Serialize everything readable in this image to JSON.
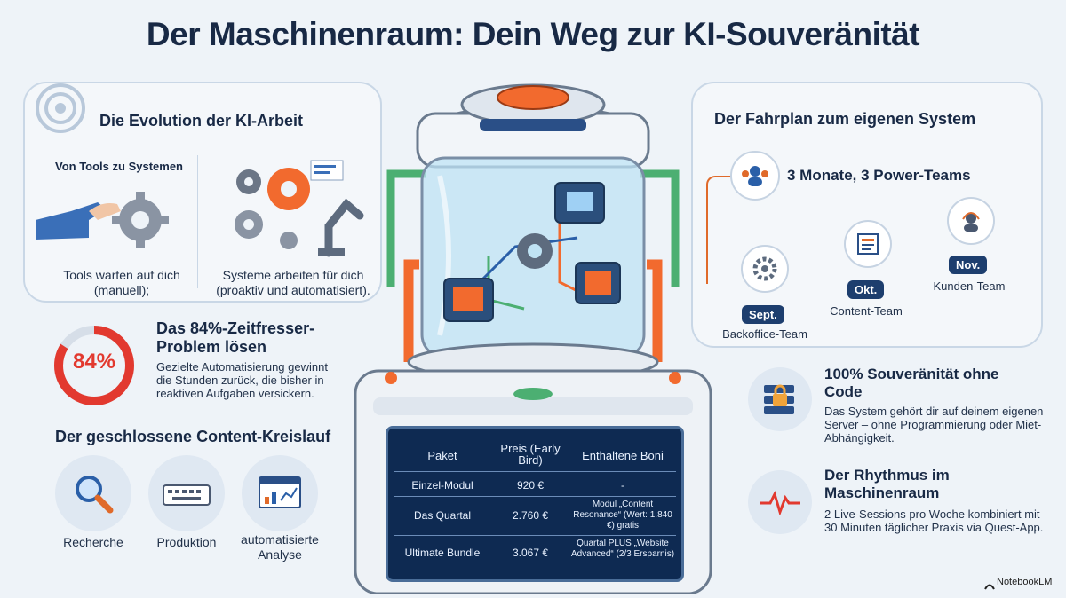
{
  "title": "Der Maschinenraum: Dein Weg zur KI-Souveränität",
  "left": {
    "evolution_heading": "Die Evolution der KI-Arbeit",
    "tools_heading": "Von Tools zu Systemen",
    "tools_text": "Tools warten auf dich (manuell);",
    "systems_text": "Systeme arbeiten für dich (proaktiv und automatisiert).",
    "stat_value": "84%",
    "problem_heading": "Das 84%-Zeitfresser-Problem lösen",
    "problem_text": "Gezielte Automatisierung gewinnt die Stunden zurück, die bisher in reaktiven Aufgaben versickern.",
    "loop_heading": "Der geschlossene Content-Kreislauf",
    "loop_items": [
      "Recherche",
      "Produktion",
      "automatisierte Analyse"
    ]
  },
  "right": {
    "roadmap_heading": "Der Fahrplan zum eigenen System",
    "teams_heading": "3 Monate, 3 Power-Teams",
    "teams": [
      {
        "month": "Sept.",
        "name": "Backoffice-Team"
      },
      {
        "month": "Okt.",
        "name": "Content-Team"
      },
      {
        "month": "Nov.",
        "name": "Kunden-Team"
      }
    ],
    "sovereignty_heading": "100% Souveränität ohne Code",
    "sovereignty_text": "Das System gehört dir auf deinem eigenen Server – ohne Programmierung oder Miet-Abhängigkeit.",
    "rhythm_heading": "Der Rhythmus im Maschinenraum",
    "rhythm_text": "2 Live-Sessions pro Woche kombiniert mit 30 Minuten täglicher Praxis via Quest-App."
  },
  "pricing": {
    "headers": [
      "Paket",
      "Preis (Early Bird)",
      "Enthaltene Boni"
    ],
    "rows": [
      [
        "Einzel-Modul",
        "920 €",
        "-"
      ],
      [
        "Das Quartal",
        "2.760 €",
        "Modul „Content Resonance“ (Wert: 1.840 €) gratis"
      ],
      [
        "Ultimate Bundle",
        "3.067 €",
        "Quartal PLUS „Website Advanced“ (2/3 Ersparnis)"
      ]
    ]
  },
  "footer": {
    "brand": "NotebookLM"
  },
  "colors": {
    "navy": "#182945",
    "accent_orange": "#f26a2e",
    "stat_red": "#e2392f",
    "screen": "#0e2a52",
    "pipe_green": "#4caf72"
  }
}
